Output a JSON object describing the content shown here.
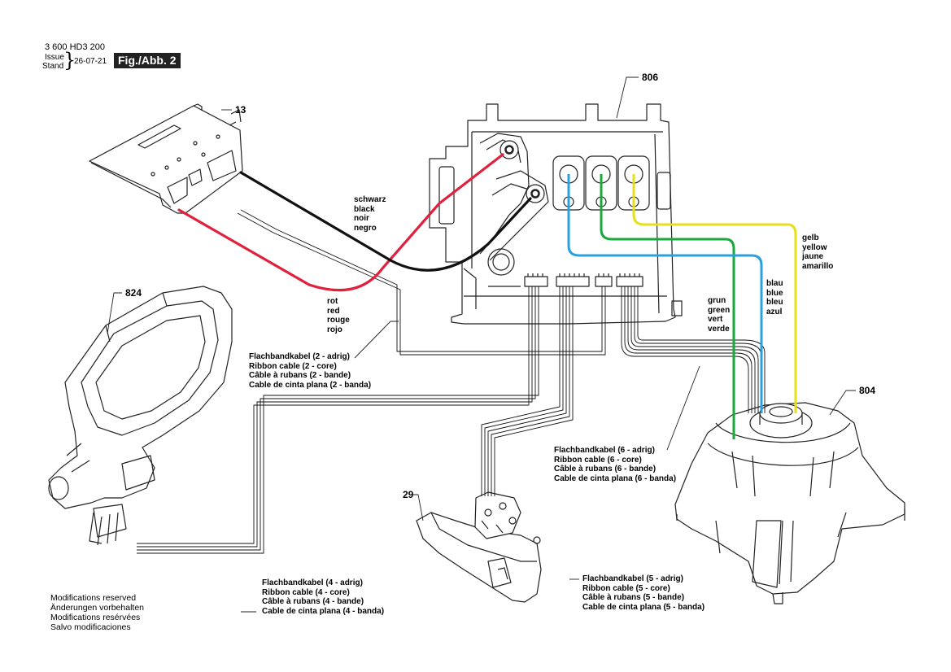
{
  "header": {
    "doc_number": "3 600 HD3 200",
    "issue_label": "Issue",
    "stand_label": "Stand",
    "issue_date": "26-07-21",
    "figure_label": "Fig./Abb. 2"
  },
  "parts": {
    "p13": "13",
    "p806": "806",
    "p824": "824",
    "p804": "804",
    "p29": "29"
  },
  "wire_colors": {
    "black": [
      "schwarz",
      "black",
      "noir",
      "negro"
    ],
    "red": [
      "rot",
      "red",
      "rouge",
      "rojo"
    ],
    "yellow": [
      "gelb",
      "yellow",
      "jaune",
      "amarillo"
    ],
    "blue": [
      "blau",
      "blue",
      "bleu",
      "azul"
    ],
    "green": [
      "grun",
      "green",
      "vert",
      "verde"
    ]
  },
  "ribbon_cables": {
    "two_core": [
      "Flachbandkabel (2 - adrig)",
      "Ribbon cable (2 - core)",
      "Câble à rubans (2 - bande)",
      "Cable de cinta plana (2 - banda)"
    ],
    "six_core": [
      "Flachbandkabel (6 - adrig)",
      "Ribbon cable (6 - core)",
      "Câble à rubans (6 - bande)",
      "Cable de cinta plana (6 - banda)"
    ],
    "four_core": [
      "Flachbandkabel (4 - adrig)",
      "Ribbon cable (4 - core)",
      "Câble à rubans (4 - bande)",
      "Cable de cinta plana (4 - banda)"
    ],
    "five_core": [
      "Flachbandkabel (5 - adrig)",
      "Ribbon cable (5 - core)",
      "Câble à rubans (5 - bande)",
      "Cable de cinta plana (5 - banda)"
    ]
  },
  "footer": [
    "Modifications reserved",
    "Änderungen vorbehalten",
    "Modifications resérvées",
    "Salvo modificaciones"
  ],
  "colors": {
    "red_wire": "#e0203c",
    "black_wire": "#111111",
    "yellow_wire": "#e6e01a",
    "blue_wire": "#2aa0e0",
    "green_wire": "#1aa83a",
    "figure_badge": "#222222"
  }
}
